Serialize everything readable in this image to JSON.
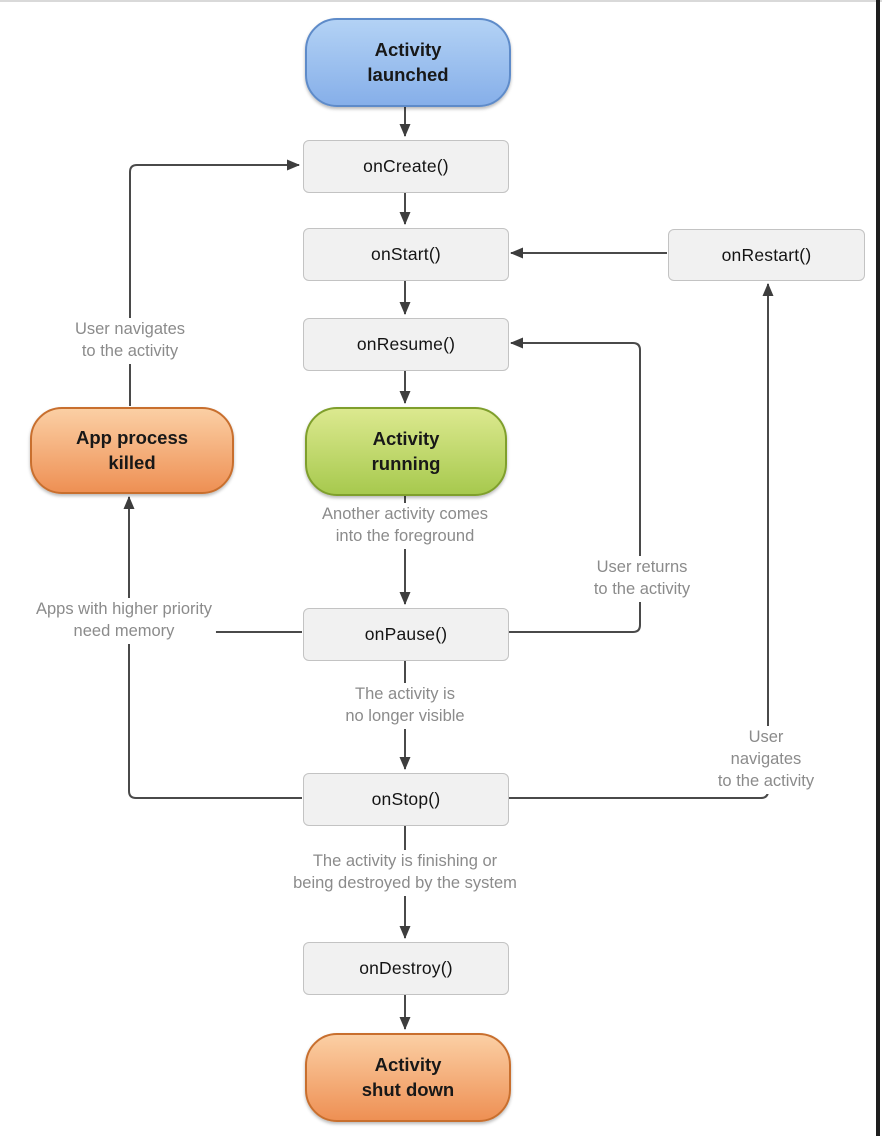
{
  "nodes": {
    "activity_launched": {
      "label": "Activity\nlaunched"
    },
    "on_create": {
      "label": "onCreate()"
    },
    "on_start": {
      "label": "onStart()"
    },
    "on_restart": {
      "label": "onRestart()"
    },
    "on_resume": {
      "label": "onResume()"
    },
    "activity_running": {
      "label": "Activity\nrunning"
    },
    "app_process_killed": {
      "label": "App process\nkilled"
    },
    "on_pause": {
      "label": "onPause()"
    },
    "on_stop": {
      "label": "onStop()"
    },
    "on_destroy": {
      "label": "onDestroy()"
    },
    "activity_shut_down": {
      "label": "Activity\nshut down"
    }
  },
  "edge_labels": {
    "user_navigates_left": "User navigates\nto the activity",
    "another_activity": "Another activity comes\ninto the foreground",
    "user_returns": "User returns\nto the activity",
    "higher_priority": "Apps with higher priority\nneed memory",
    "no_longer_visible": "The activity is\nno longer visible",
    "user_navigates_right": "User navigates\nto the activity",
    "finishing": "The activity is finishing or\nbeing destroyed by the system"
  },
  "colors": {
    "blue_pill_top": "#b3d2f5",
    "blue_pill_bottom": "#86afe9",
    "blue_border": "#5e8bc9",
    "green_pill_top": "#dce98f",
    "green_pill_bottom": "#a7c94e",
    "green_border": "#7f9f2c",
    "orange_pill_top": "#fbcfa4",
    "orange_pill_bottom": "#ee9054",
    "orange_border": "#c86f2e",
    "gray_box_fill": "#f1f1f1",
    "gray_box_border": "#c3c3c3",
    "connector": "#4a4a4a",
    "annotation_text": "#8b8b8b"
  }
}
